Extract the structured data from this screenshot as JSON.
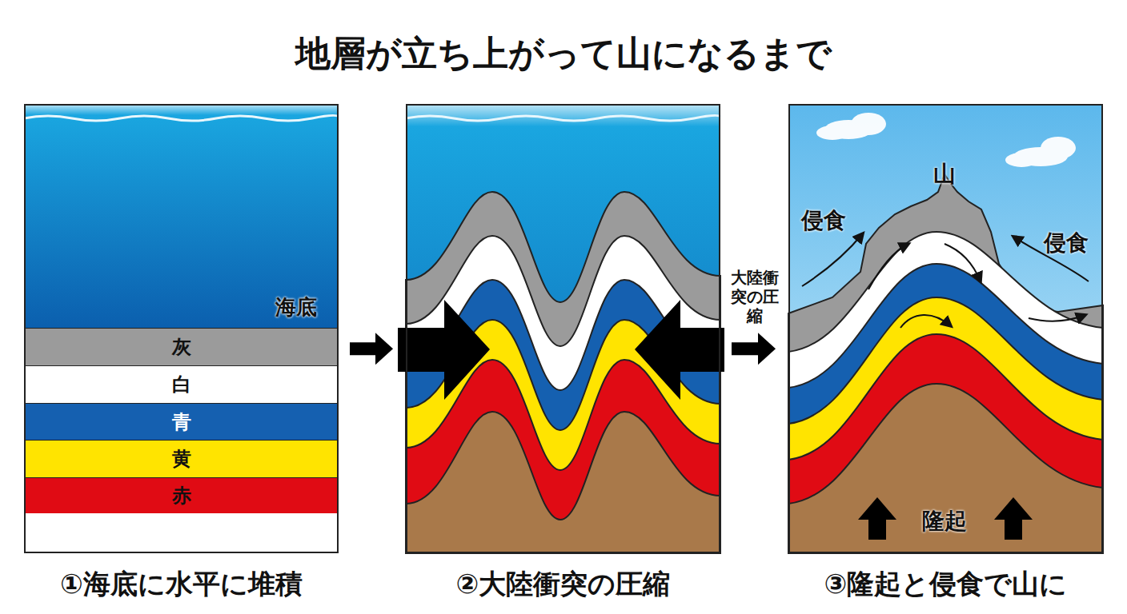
{
  "diagram": {
    "title": "地層が立ち上がって山になるまで",
    "nodes": [
      {
        "text": [
          "①海底に水平に堆積",
          "海底"
        ]
      },
      {
        "text": [
          "灰"
        ],
        "in": 0
      },
      {
        "text": [
          "白"
        ],
        "in": 0
      },
      {
        "text": [
          "青"
        ],
        "in": 0
      },
      {
        "text": [
          "黄"
        ],
        "in": 0
      },
      {
        "text": [
          "赤"
        ],
        "in": 0
      },
      {
        "text": [
          "②大陸衝突の圧縮"
        ]
      },
      {
        "text": [
          "③隆起と侵食で山に",
          "山",
          "侵食",
          "侵食",
          "隆起"
        ]
      }
    ],
    "edges": [
      {
        "from": 0,
        "to": 6,
        "arrow": "to"
      },
      {
        "from": 6,
        "to": 7,
        "label": "大陸衝突の圧縮",
        "arrow": "to"
      }
    ]
  }
}
